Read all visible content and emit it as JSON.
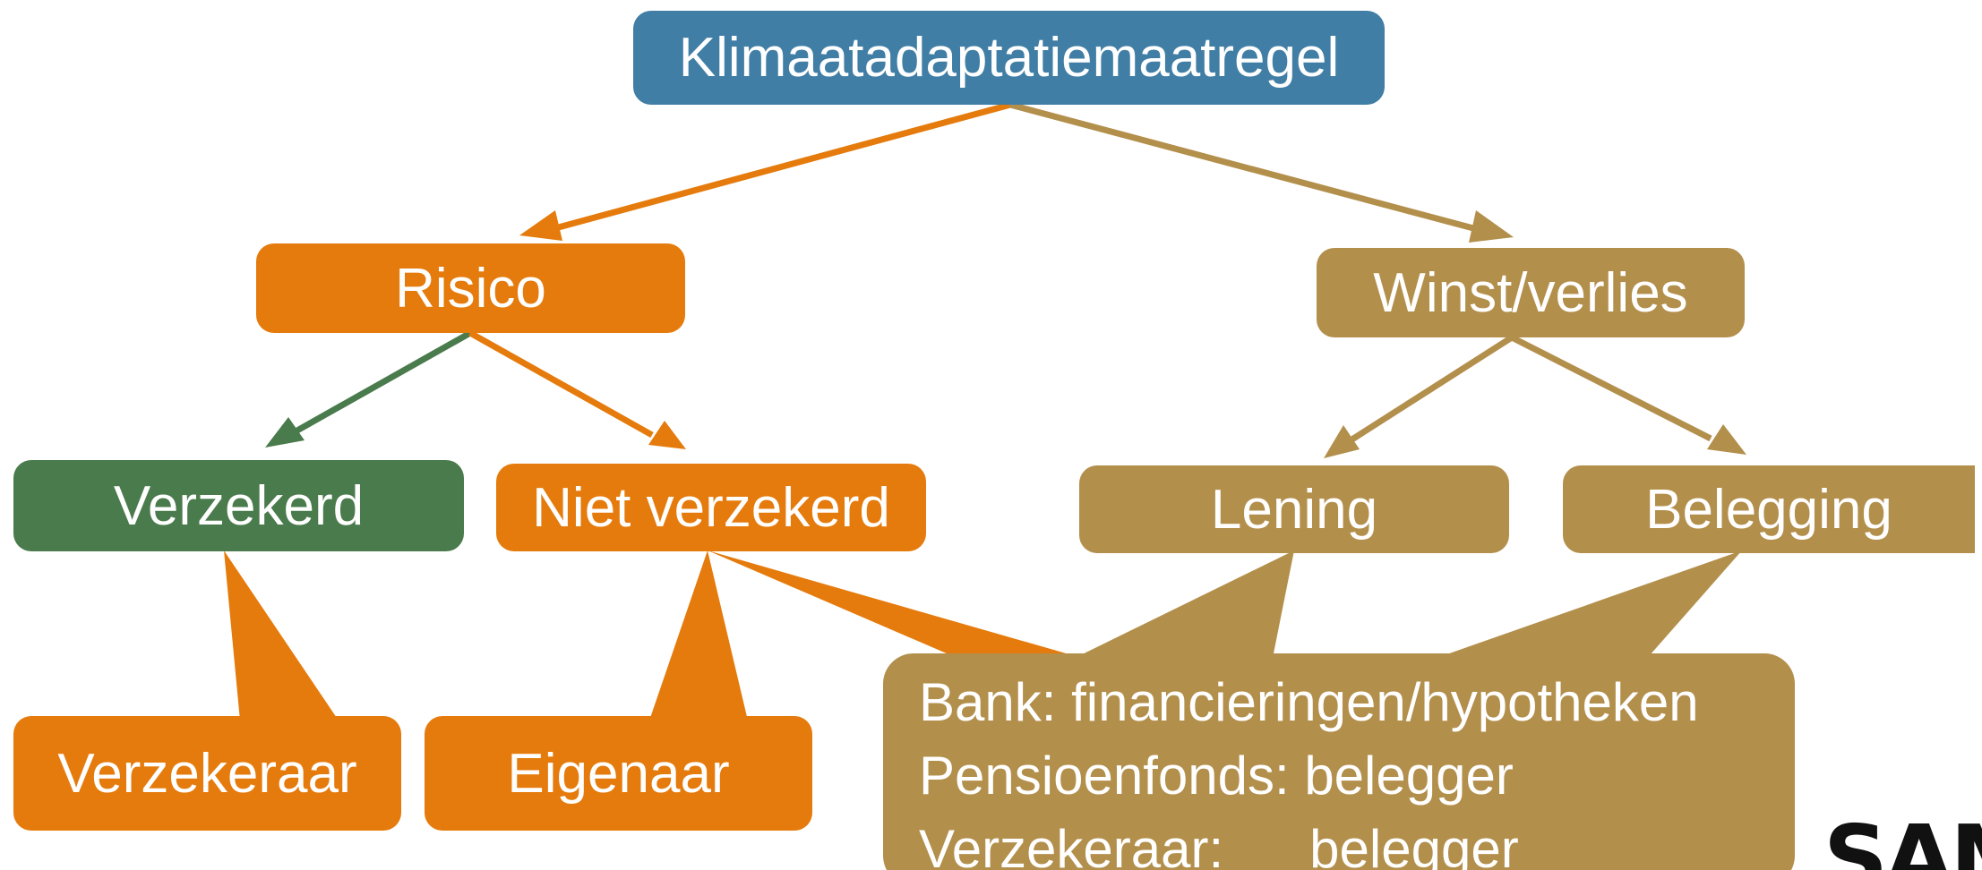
{
  "nodes": {
    "root": "Klimaatadaptatiemaatregel",
    "risico": "Risico",
    "winst": "Winst/verlies",
    "verzekerd": "Verzekerd",
    "niet_verzekerd": "Niet verzekerd",
    "lening": "Lening",
    "belegging": "Belegging",
    "verzekeraar": "Verzekeraar",
    "eigenaar": "Eigenaar"
  },
  "callout": {
    "line1": "Bank: financieringen/hypotheken",
    "line2": "Pensioenfonds: belegger",
    "line3_role": "Verzekeraar:",
    "line3_value": "belegger"
  },
  "logo": {
    "text": "SAM"
  },
  "colors": {
    "blue": "#417ea5",
    "orange": "#e57b0c",
    "green": "#4a7b4c",
    "tan": "#b38f4c",
    "text": "#ffffff"
  }
}
